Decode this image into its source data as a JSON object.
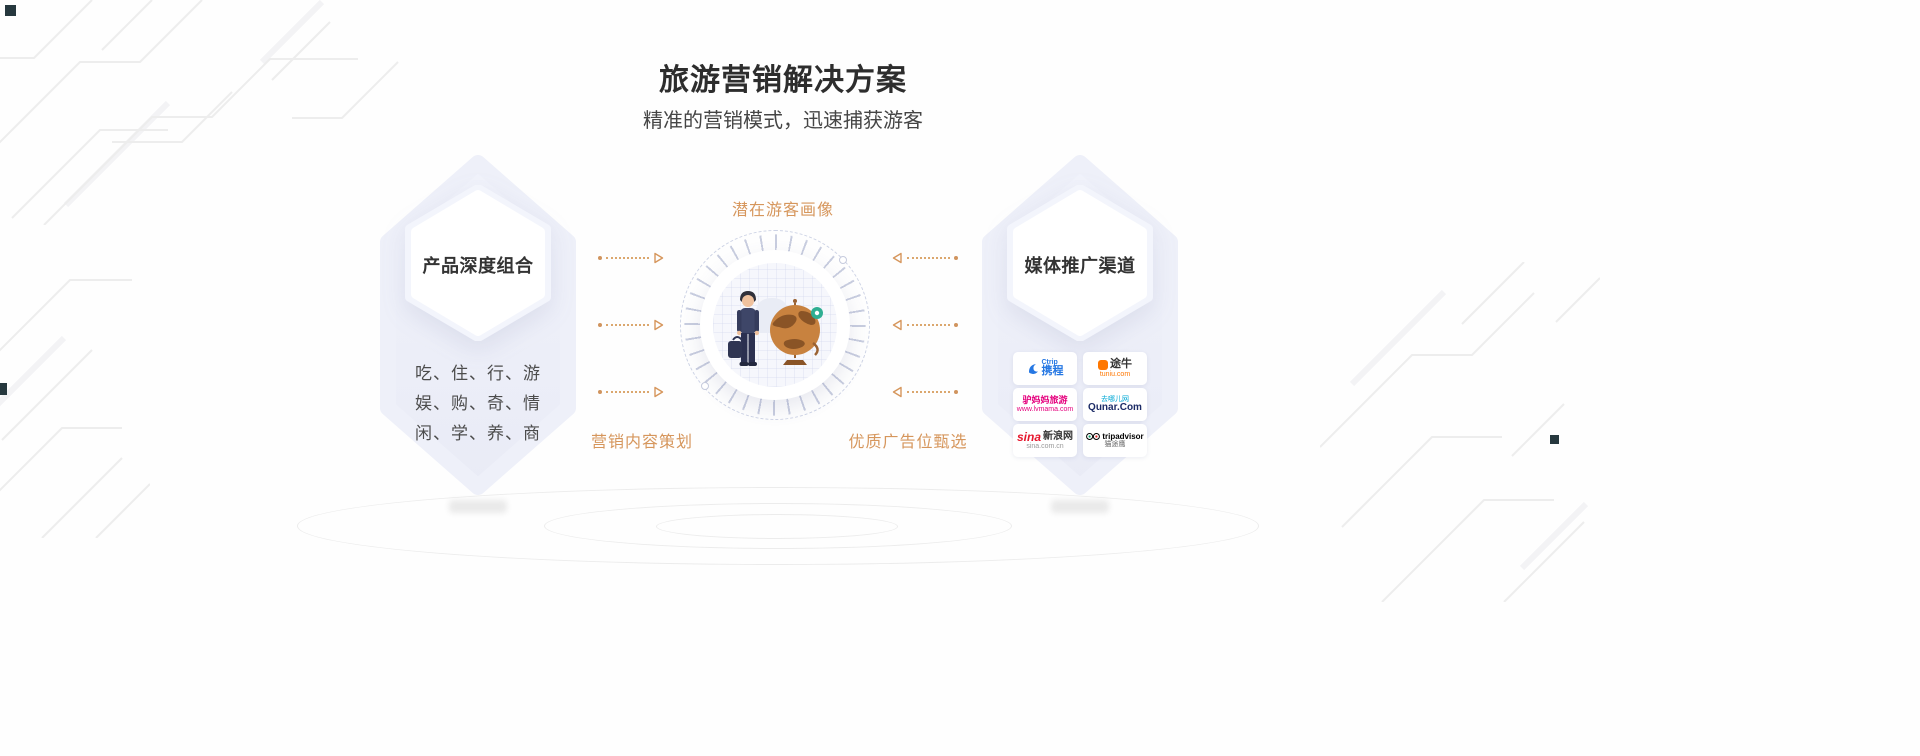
{
  "header": {
    "title": "旅游营销解决方案",
    "subtitle": "精准的营销模式，迅速捕获游客"
  },
  "left_card": {
    "title": "产品深度组合",
    "lines": [
      "吃、住、行、游",
      "娱、购、奇、情",
      "闲、学、养、商"
    ]
  },
  "center": {
    "top_label": "潜在游客画像",
    "bottom_left_label": "营销内容策划",
    "bottom_right_label": "优质广告位甄选"
  },
  "right_card": {
    "title": "媒体推广渠道",
    "logos": [
      {
        "id": "ctrip",
        "en": "Ctrip",
        "cn": "携程"
      },
      {
        "id": "tuniu",
        "cn": "途牛",
        "sub": "tuniu.com"
      },
      {
        "id": "lvmama",
        "cn": "驴妈妈旅游",
        "sub": "www.lvmama.com"
      },
      {
        "id": "qunar",
        "cn": "去哪儿网",
        "en": "Qunar.Com"
      },
      {
        "id": "sina",
        "en": "sina",
        "cn": "新浪网",
        "sub": "sina.com.cn"
      },
      {
        "id": "tripadvisor",
        "en": "tripadvisor",
        "cn": "猫途鹰"
      }
    ]
  },
  "colors": {
    "accent_orange": "#D6965C",
    "card_background": "#ECEEF8",
    "heading_text": "#2D2D2D",
    "body_text": "#4C4C4C",
    "ctrip_blue": "#2577E3",
    "tuniu_orange": "#FF7700",
    "lvmama_pink": "#E5007D",
    "qunar_navy": "#1C2B66",
    "sina_red": "#E6162D",
    "tripadvisor_black": "#000000",
    "pin_green": "#2FAE92"
  }
}
